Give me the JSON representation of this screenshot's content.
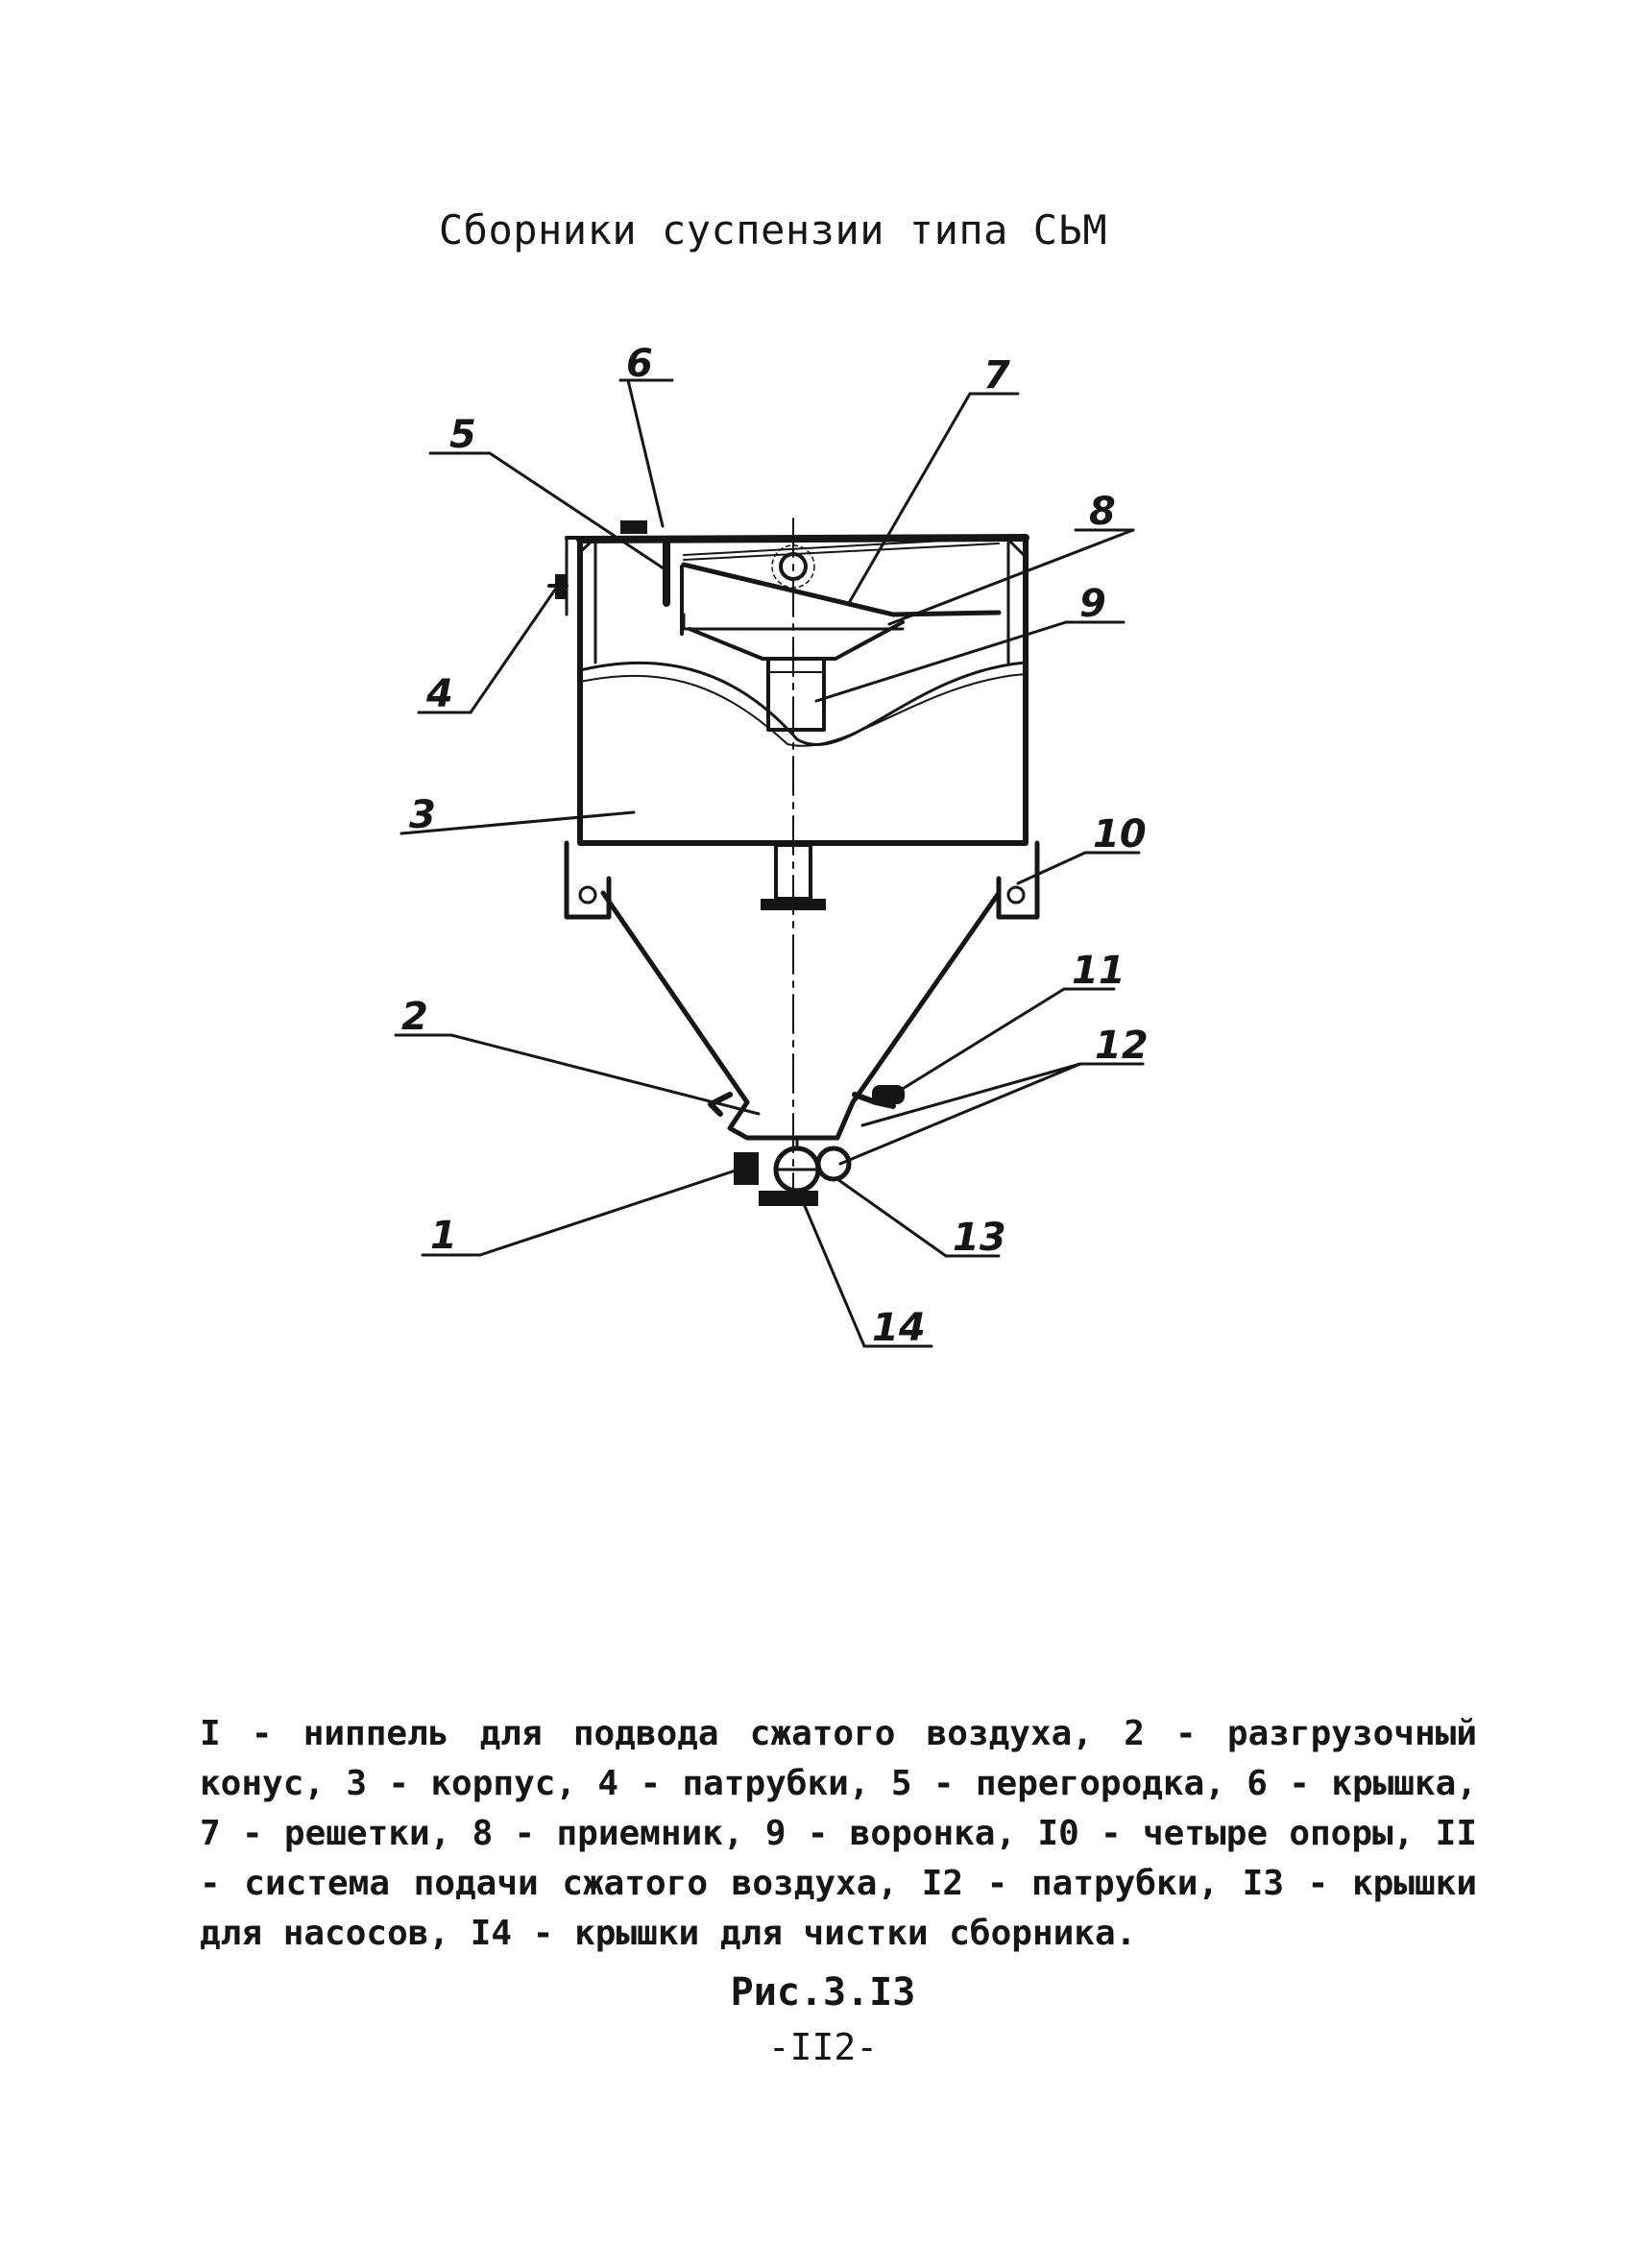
{
  "document": {
    "title": "Сборники суспензии типа СЬМ",
    "legend": "I - ниппель для подвода сжатого воздуха, 2 - разгрузочный конус, 3 - корпус, 4 - патрубки, 5 - перегородка, 6 - крышка, 7 - решетки, 8 - приемник, 9 - воронка, I0 - четыре опоры, II - система подачи сжатого воздуха, I2 - патрубки, I3 - крышки для насосов, I4 - крышки для чистки сборника.",
    "figure_caption": "Рис.3.I3",
    "page_number": "-II2-"
  },
  "drawing": {
    "callouts": {
      "c1": "1",
      "c2": "2",
      "c3": "3",
      "c4": "4",
      "c5": "5",
      "c6": "6",
      "c7": "7",
      "c8": "8",
      "c9": "9",
      "c10": "10",
      "c11": "11",
      "c12": "12",
      "c13": "13",
      "c14": "14"
    }
  }
}
